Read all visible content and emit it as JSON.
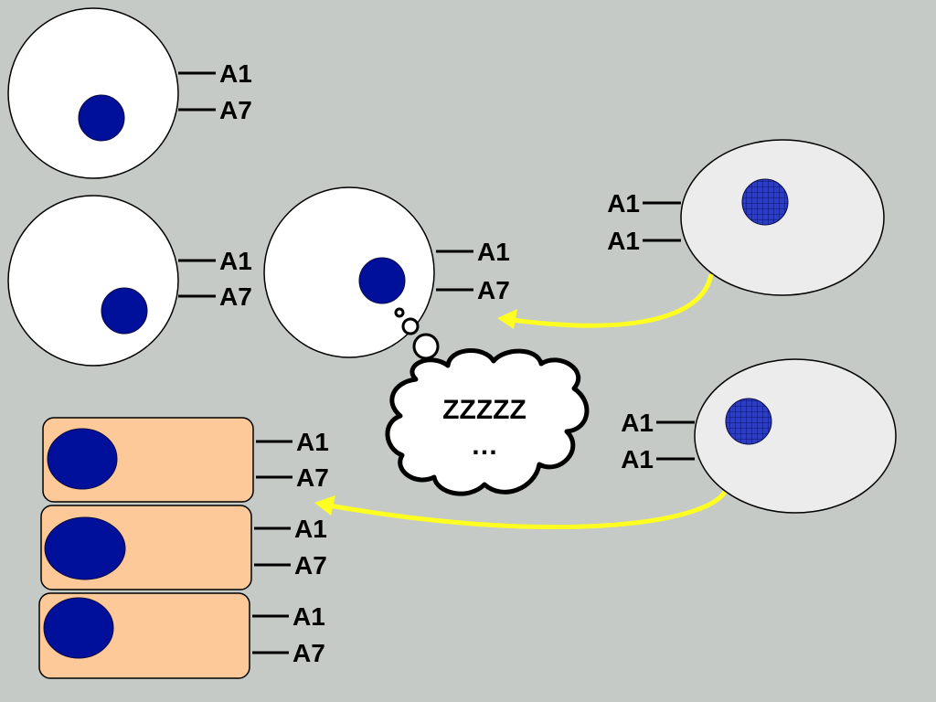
{
  "colors": {
    "background": "#c5cac6",
    "white_cell": "#ffffff",
    "grey_cell": "#ececec",
    "tissue_cell": "#fdc999",
    "nucleus": "#00109a",
    "arrow": "#ffff22"
  },
  "cells": {
    "white_top": {
      "label_top": "A1",
      "label_bottom": "A7"
    },
    "white_middle": {
      "label_top": "A1",
      "label_bottom": "A7"
    },
    "white_center": {
      "label_top": "A1",
      "label_bottom": "A7"
    },
    "grey_top": {
      "label_top": "A1",
      "label_bottom": "A1"
    },
    "grey_bottom": {
      "label_top": "A1",
      "label_bottom": "A1"
    },
    "tissue_1": {
      "label_top": "A1",
      "label_bottom": "A7"
    },
    "tissue_2": {
      "label_top": "A1",
      "label_bottom": "A7"
    },
    "tissue_3": {
      "label_top": "A1",
      "label_bottom": "A7"
    }
  },
  "thought_bubble": {
    "line1": "ZZZZZ",
    "line2": "…"
  }
}
